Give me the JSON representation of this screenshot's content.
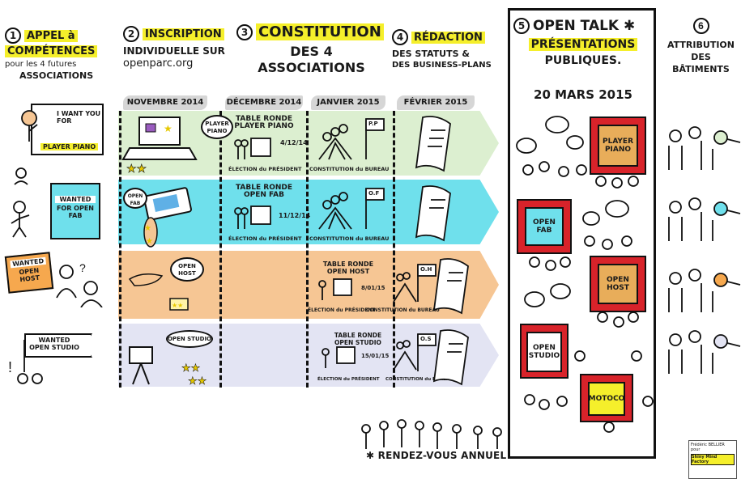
{
  "steps": {
    "s1": {
      "num": "1",
      "title_a": "APPEL à",
      "title_b": "COMPÉTENCES",
      "sub_a": "pour les 4 futures",
      "sub_b": "ASSOCIATIONS"
    },
    "s2": {
      "num": "2",
      "title": "INSCRIPTION",
      "sub_a": "INDIVIDUELLE SUR",
      "sub_b": "openparc.org"
    },
    "s3": {
      "num": "3",
      "title": "CONSTITUTION",
      "sub_a": "DES 4",
      "sub_b": "ASSOCIATIONS"
    },
    "s4": {
      "num": "4",
      "title": "RÉDACTION",
      "sub_a": "DES STATUTS &",
      "sub_b": "DES BUSINESS-PLANS"
    },
    "s5": {
      "num": "5",
      "title": "OPEN TALK",
      "star": "✱",
      "sub_a": "PRÉSENTATIONS",
      "sub_b": "PUBLIQUES.",
      "date": "20 MARS 2015"
    },
    "s6": {
      "num": "6",
      "title_a": "ATTRIBUTION",
      "title_b": "DES",
      "title_c": "BÂTIMENTS"
    }
  },
  "months": [
    "NOVEMBRE 2014",
    "DÉCEMBRE 2014",
    "JANVIER 2015",
    "FÉVRIER 2015"
  ],
  "recruit_signs": {
    "s1": "I WANT YOU FOR",
    "s1_b": "PLAYER PIANO",
    "s2": "WANTED",
    "s2_b": "FOR OPEN FAB",
    "s3": "WANTED",
    "s3_b": "OPEN HOST",
    "s4": "WANTED OPEN STUDIO"
  },
  "rows": [
    {
      "bubble": "PLAYER PIANO",
      "table": "TABLE RONDE PLAYER PIANO",
      "date": "4/12/14",
      "election": "ÉLECTION du PRÉSIDENT",
      "bureau": "CONSTITUTION du BUREAU",
      "flag": "P.P"
    },
    {
      "bubble": "OPEN FAB",
      "table": "TABLE RONDE OPEN FAB",
      "date": "11/12/14",
      "election": "ÉLECTION du PRÉSIDENT",
      "bureau": "CONSTITUTION du BUREAU",
      "flag": "O.F"
    },
    {
      "bubble": "OPEN HOST",
      "table": "TABLE RONDE OPEN HOST",
      "date": "8/01/15",
      "election": "ÉLECTION du PRÉSIDENT",
      "bureau": "CONSTITUTION du BUREAU",
      "flag": "O.H"
    },
    {
      "bubble": "OPEN STUDIO",
      "table": "TABLE RONDE OPEN STUDIO",
      "date": "15/01/15",
      "election": "ÉLECTION du PRÉSIDENT",
      "bureau": "CONSTITUTION du BUREAU",
      "flag": "O.S"
    }
  ],
  "stages": [
    "PLAYER PIANO",
    "OPEN FAB",
    "OPEN HOST",
    "OPEN STUDIO",
    "MOTOCO"
  ],
  "footer": {
    "star": "✱",
    "text": "RENDEZ-VOUS ANNUEL"
  },
  "credit": {
    "line1": "Frédéric BELLIER",
    "line2": "pour",
    "line3": "Shiny Mind Factory"
  },
  "colors": {
    "highlight": "#f5ef2b",
    "green": "#dcefd0",
    "blue": "#6fe0ec",
    "orange": "#f6c694",
    "lavender": "#e3e4f3",
    "curtain": "#d8232a"
  }
}
